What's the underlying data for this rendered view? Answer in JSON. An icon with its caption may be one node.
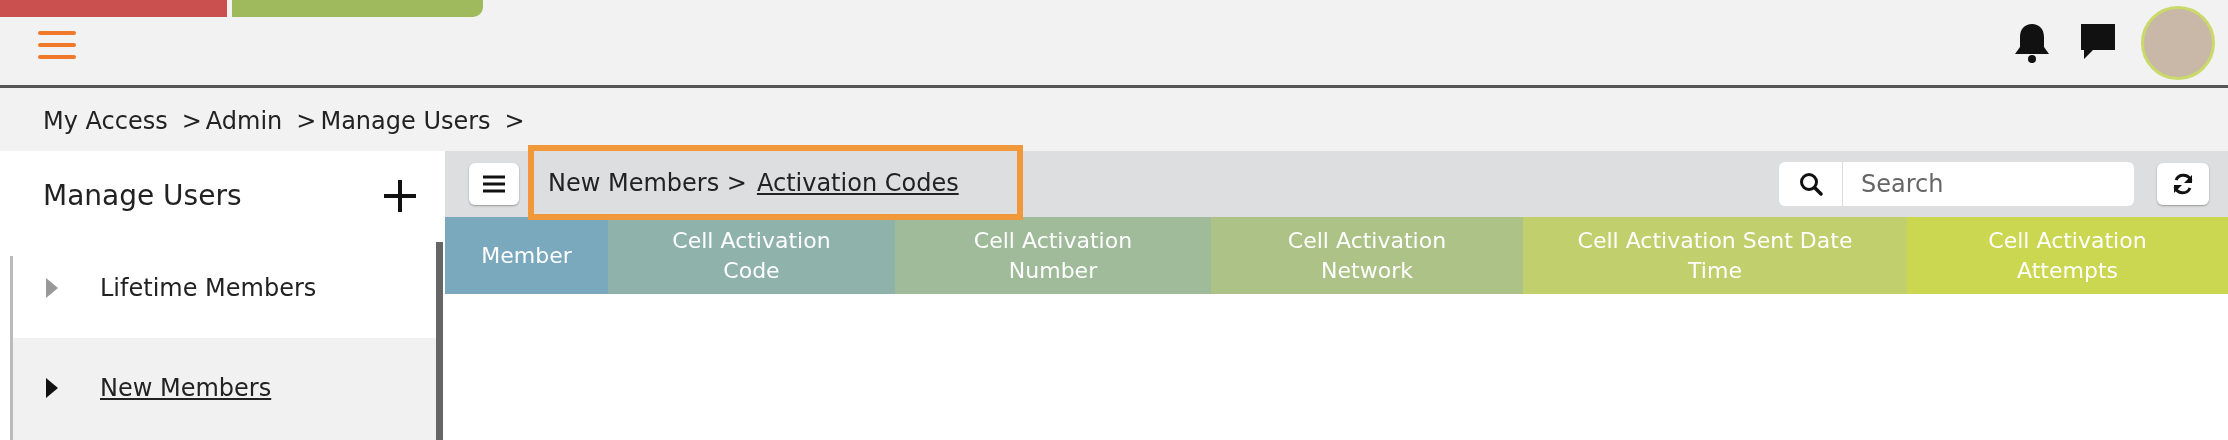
{
  "diagram": {
    "nodes": [
      {
        "text": [
          "New Members >",
          "Activation Codes"
        ]
      }
    ],
    "labels": [
      "My Access",
      ">",
      "Admin",
      ">",
      "Manage Users",
      ">",
      "Manage Users",
      "Lifetime Members",
      "New Members",
      "Search",
      "Member",
      "Cell Activation Code",
      "Cell Activation Number",
      "Cell Activation Network",
      "Cell Activation Sent Date Time",
      "Cell Activation Attempts"
    ]
  }
}
